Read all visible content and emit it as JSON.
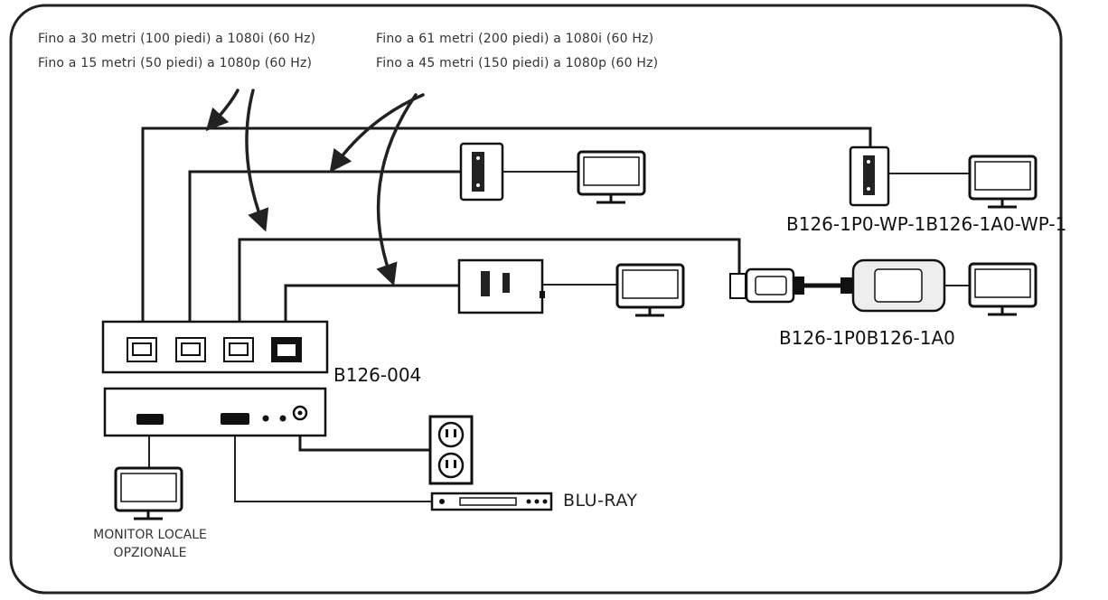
{
  "notes": {
    "left_line1": "Fino a 30 metri (100 piedi) a 1080i (60 Hz)",
    "left_line2": "Fino a 15 metri (50 piedi) a 1080p (60 Hz)",
    "right_line1": "Fino a 61 metri (200 piedi) a 1080i (60 Hz)",
    "right_line2": "Fino a 45 metri (150 piedi) a 1080p (60 Hz)"
  },
  "labels": {
    "wallplates": "B126-1P0-WP-1B126-1A0-WP-1",
    "extenders": "B126-1P0B126-1A0",
    "splitter": "B126-004",
    "local_monitor_line1": "MONITOR LOCALE",
    "local_monitor_line2": "OPZIONALE",
    "bluray": "BLU-RAY"
  }
}
